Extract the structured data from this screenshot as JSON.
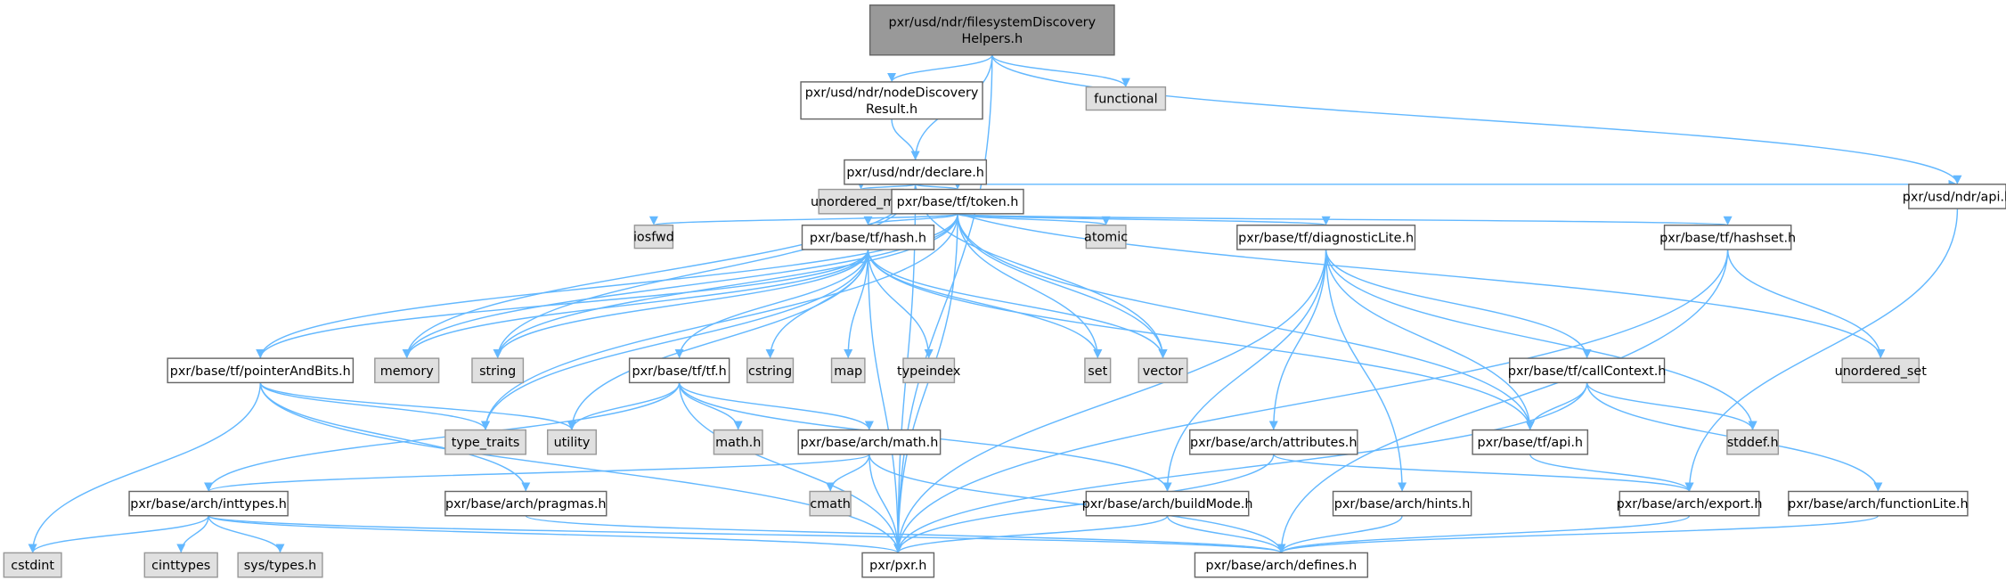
{
  "title": "pxr/usd/ndr/filesystemDiscoveryHelpers.h",
  "colors": {
    "edge": "#63b8ff",
    "main_fill": "#999999",
    "local_fill": "#ffffff",
    "system_fill": "#e0e0e0"
  },
  "nodes": [
    {
      "id": "main",
      "label": [
        "pxr/usd/ndr/filesystemDiscovery",
        "Helpers.h"
      ],
      "kind": "main"
    },
    {
      "id": "ndr",
      "label": [
        "pxr/usd/ndr/nodeDiscovery",
        "Result.h"
      ],
      "kind": "local"
    },
    {
      "id": "functional",
      "label": [
        "functional"
      ],
      "kind": "system"
    },
    {
      "id": "declare",
      "label": [
        "pxr/usd/ndr/declare.h"
      ],
      "kind": "local"
    },
    {
      "id": "ndrapi",
      "label": [
        "pxr/usd/ndr/api.h"
      ],
      "kind": "local"
    },
    {
      "id": "unordered_map",
      "label": [
        "unordered_map"
      ],
      "kind": "system"
    },
    {
      "id": "token",
      "label": [
        "pxr/base/tf/token.h"
      ],
      "kind": "local"
    },
    {
      "id": "iosfwd",
      "label": [
        "iosfwd"
      ],
      "kind": "system"
    },
    {
      "id": "atomic",
      "label": [
        "atomic"
      ],
      "kind": "system"
    },
    {
      "id": "diag",
      "label": [
        "pxr/base/tf/diagnosticLite.h"
      ],
      "kind": "local"
    },
    {
      "id": "hashset",
      "label": [
        "pxr/base/tf/hashset.h"
      ],
      "kind": "local"
    },
    {
      "id": "hash",
      "label": [
        "pxr/base/tf/hash.h"
      ],
      "kind": "local"
    },
    {
      "id": "pab",
      "label": [
        "pxr/base/tf/pointerAndBits.h"
      ],
      "kind": "local"
    },
    {
      "id": "memory",
      "label": [
        "memory"
      ],
      "kind": "system"
    },
    {
      "id": "string",
      "label": [
        "string"
      ],
      "kind": "system"
    },
    {
      "id": "tf",
      "label": [
        "pxr/base/tf/tf.h"
      ],
      "kind": "local"
    },
    {
      "id": "cstring",
      "label": [
        "cstring"
      ],
      "kind": "system"
    },
    {
      "id": "map",
      "label": [
        "map"
      ],
      "kind": "system"
    },
    {
      "id": "typeindex",
      "label": [
        "typeindex"
      ],
      "kind": "system"
    },
    {
      "id": "set",
      "label": [
        "set"
      ],
      "kind": "system"
    },
    {
      "id": "vector",
      "label": [
        "vector"
      ],
      "kind": "system"
    },
    {
      "id": "callctx",
      "label": [
        "pxr/base/tf/callContext.h"
      ],
      "kind": "local"
    },
    {
      "id": "unordered_set",
      "label": [
        "unordered_set"
      ],
      "kind": "system"
    },
    {
      "id": "type_traits",
      "label": [
        "type_traits"
      ],
      "kind": "system"
    },
    {
      "id": "utility",
      "label": [
        "utility"
      ],
      "kind": "system"
    },
    {
      "id": "mathh",
      "label": [
        "math.h"
      ],
      "kind": "system"
    },
    {
      "id": "archmath",
      "label": [
        "pxr/base/arch/math.h"
      ],
      "kind": "local"
    },
    {
      "id": "attributes",
      "label": [
        "pxr/base/arch/attributes.h"
      ],
      "kind": "local"
    },
    {
      "id": "tfapi",
      "label": [
        "pxr/base/tf/api.h"
      ],
      "kind": "local"
    },
    {
      "id": "stddef",
      "label": [
        "stddef.h"
      ],
      "kind": "system"
    },
    {
      "id": "inttypes",
      "label": [
        "pxr/base/arch/inttypes.h"
      ],
      "kind": "local"
    },
    {
      "id": "pragmas",
      "label": [
        "pxr/base/arch/pragmas.h"
      ],
      "kind": "local"
    },
    {
      "id": "cmath",
      "label": [
        "cmath"
      ],
      "kind": "system"
    },
    {
      "id": "buildmode",
      "label": [
        "pxr/base/arch/buildMode.h"
      ],
      "kind": "local"
    },
    {
      "id": "hints",
      "label": [
        "pxr/base/arch/hints.h"
      ],
      "kind": "local"
    },
    {
      "id": "export",
      "label": [
        "pxr/base/arch/export.h"
      ],
      "kind": "local"
    },
    {
      "id": "funclite",
      "label": [
        "pxr/base/arch/functionLite.h"
      ],
      "kind": "local"
    },
    {
      "id": "cstdint",
      "label": [
        "cstdint"
      ],
      "kind": "system"
    },
    {
      "id": "cinttypes",
      "label": [
        "cinttypes"
      ],
      "kind": "system"
    },
    {
      "id": "systypes",
      "label": [
        "sys/types.h"
      ],
      "kind": "system"
    },
    {
      "id": "pxr",
      "label": [
        "pxr/pxr.h"
      ],
      "kind": "local"
    },
    {
      "id": "defines",
      "label": [
        "pxr/base/arch/defines.h"
      ],
      "kind": "local"
    }
  ],
  "edges": [
    [
      "main",
      "ndr"
    ],
    [
      "main",
      "functional"
    ],
    [
      "main",
      "declare"
    ],
    [
      "main",
      "ndrapi"
    ],
    [
      "main",
      "pxr"
    ],
    [
      "ndr",
      "declare"
    ],
    [
      "declare",
      "unordered_map"
    ],
    [
      "declare",
      "token"
    ],
    [
      "declare",
      "memory"
    ],
    [
      "declare",
      "string"
    ],
    [
      "declare",
      "vector"
    ],
    [
      "declare",
      "unordered_set"
    ],
    [
      "declare",
      "ndrapi"
    ],
    [
      "declare",
      "pxr"
    ],
    [
      "ndrapi",
      "export"
    ],
    [
      "token",
      "iosfwd"
    ],
    [
      "token",
      "atomic"
    ],
    [
      "token",
      "diag"
    ],
    [
      "token",
      "hashset"
    ],
    [
      "token",
      "hash"
    ],
    [
      "token",
      "pab"
    ],
    [
      "token",
      "memory"
    ],
    [
      "token",
      "string"
    ],
    [
      "token",
      "set"
    ],
    [
      "token",
      "vector"
    ],
    [
      "token",
      "tfapi"
    ],
    [
      "token",
      "pxr"
    ],
    [
      "token",
      "type_traits"
    ],
    [
      "hash",
      "memory"
    ],
    [
      "hash",
      "string"
    ],
    [
      "hash",
      "tf"
    ],
    [
      "hash",
      "cstring"
    ],
    [
      "hash",
      "map"
    ],
    [
      "hash",
      "typeindex"
    ],
    [
      "hash",
      "set"
    ],
    [
      "hash",
      "vector"
    ],
    [
      "hash",
      "utility"
    ],
    [
      "hash",
      "type_traits"
    ],
    [
      "hash",
      "pxr"
    ],
    [
      "hash",
      "tfapi"
    ],
    [
      "hash",
      "pab"
    ],
    [
      "pab",
      "type_traits"
    ],
    [
      "pab",
      "utility"
    ],
    [
      "pab",
      "cstdint"
    ],
    [
      "pab",
      "pragmas"
    ],
    [
      "pab",
      "pxr"
    ],
    [
      "tf",
      "utility"
    ],
    [
      "tf",
      "mathh"
    ],
    [
      "tf",
      "archmath"
    ],
    [
      "tf",
      "inttypes"
    ],
    [
      "tf",
      "pxr"
    ],
    [
      "tf",
      "buildmode"
    ],
    [
      "archmath",
      "cmath"
    ],
    [
      "archmath",
      "inttypes"
    ],
    [
      "archmath",
      "pxr"
    ],
    [
      "archmath",
      "defines"
    ],
    [
      "inttypes",
      "cstdint"
    ],
    [
      "inttypes",
      "cinttypes"
    ],
    [
      "inttypes",
      "systypes"
    ],
    [
      "inttypes",
      "pxr"
    ],
    [
      "inttypes",
      "defines"
    ],
    [
      "pragmas",
      "defines"
    ],
    [
      "diag",
      "attributes"
    ],
    [
      "diag",
      "tfapi"
    ],
    [
      "diag",
      "callctx"
    ],
    [
      "diag",
      "stddef"
    ],
    [
      "diag",
      "hints"
    ],
    [
      "diag",
      "buildmode"
    ],
    [
      "diag",
      "pxr"
    ],
    [
      "hashset",
      "unordered_set"
    ],
    [
      "hashset",
      "pxr"
    ],
    [
      "hashset",
      "defines"
    ],
    [
      "callctx",
      "tfapi"
    ],
    [
      "callctx",
      "stddef"
    ],
    [
      "callctx",
      "funclite"
    ],
    [
      "callctx",
      "pxr"
    ],
    [
      "attributes",
      "export"
    ],
    [
      "attributes",
      "pxr"
    ],
    [
      "tfapi",
      "export"
    ],
    [
      "buildmode",
      "pxr"
    ],
    [
      "buildmode",
      "defines"
    ],
    [
      "hints",
      "defines"
    ],
    [
      "export",
      "defines"
    ],
    [
      "funclite",
      "defines"
    ]
  ]
}
